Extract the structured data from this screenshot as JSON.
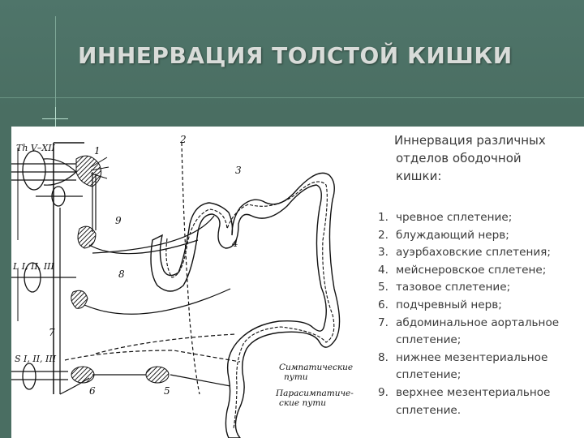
{
  "slide": {
    "title": "ИННЕРВАЦИЯ ТОЛСТОЙ КИШКИ",
    "intro_lines": [
      "Иннервация различных",
      "отделов ободочной",
      "кишки:"
    ],
    "legend": [
      {
        "num": "1.",
        "text": "чревное сплетение;"
      },
      {
        "num": "2.",
        "text": "блуждающий нерв;"
      },
      {
        "num": "3.",
        "text": "ауэрбаховские сплетения;"
      },
      {
        "num": "4.",
        "text": "мейснеровское сплетене;"
      },
      {
        "num": "5.",
        "text": "тазовое сплетение;"
      },
      {
        "num": "6.",
        "text": "подчревный нерв;"
      },
      {
        "num": "7.",
        "text": "абдоминальное аортальное сплетение;"
      },
      {
        "num": "8.",
        "text": "нижнее мезентериальное сплетение;"
      },
      {
        "num": "9.",
        "text": "верхнее мезентериальное сплетение."
      }
    ]
  },
  "diagram": {
    "spine_labels": [
      "Th V–XII",
      "L I, II, III",
      "S I, II, III"
    ],
    "callouts": [
      "1",
      "2",
      "3",
      "4",
      "5",
      "6",
      "7",
      "8",
      "9"
    ],
    "path_legend": [
      "Симпатические",
      "пути",
      "Парасимпатиче-",
      "ские пути"
    ]
  },
  "colors": {
    "background": "#4a6e62",
    "title": "#d9dcd9",
    "panel": "#ffffff",
    "text": "#3a3a3a"
  }
}
